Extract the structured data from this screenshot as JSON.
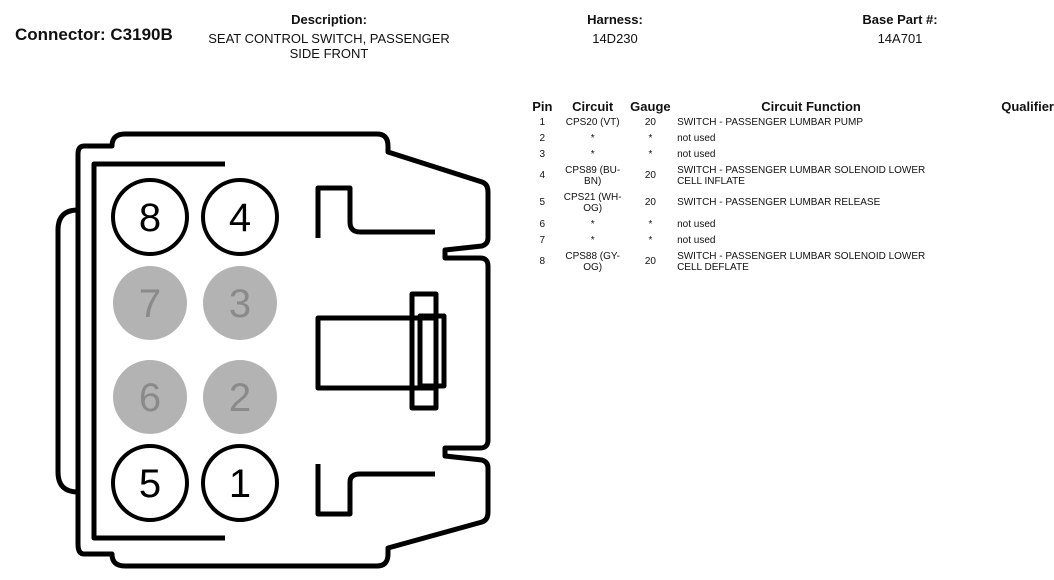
{
  "header": {
    "connector_label": "Connector: C3190B",
    "description_label": "Description:",
    "description_line1": "SEAT CONTROL SWITCH, PASSENGER",
    "description_line2": "SIDE FRONT",
    "harness_label": "Harness:",
    "harness_value": "14D230",
    "base_part_label": "Base Part #:",
    "base_part_value": "14A701"
  },
  "diagram": {
    "pins": [
      {
        "num": "8",
        "populated": true
      },
      {
        "num": "4",
        "populated": true
      },
      {
        "num": "7",
        "populated": false
      },
      {
        "num": "3",
        "populated": false
      },
      {
        "num": "6",
        "populated": false
      },
      {
        "num": "2",
        "populated": false
      },
      {
        "num": "5",
        "populated": true
      },
      {
        "num": "1",
        "populated": true
      }
    ],
    "colors": {
      "outline": "#000000",
      "populated_fill": "#ffffff",
      "unused_fill": "#b3b3b3",
      "unused_text": "#8a8a8a"
    }
  },
  "table": {
    "headers": {
      "pin": "Pin",
      "circuit": "Circuit",
      "gauge": "Gauge",
      "function": "Circuit Function",
      "qualifier": "Qualifier"
    },
    "rows": [
      {
        "pin": "1",
        "circuit1": "CPS20 (VT)",
        "circuit2": "",
        "gauge": "20",
        "func1": "SWITCH - PASSENGER LUMBAR PUMP",
        "func2": ""
      },
      {
        "pin": "2",
        "circuit1": "*",
        "circuit2": "",
        "gauge": "*",
        "func1": "not used",
        "func2": ""
      },
      {
        "pin": "3",
        "circuit1": "*",
        "circuit2": "",
        "gauge": "*",
        "func1": "not used",
        "func2": ""
      },
      {
        "pin": "4",
        "circuit1": "CPS89 (BU-",
        "circuit2": "BN)",
        "gauge": "20",
        "func1": "SWITCH - PASSENGER LUMBAR SOLENOID LOWER",
        "func2": "CELL INFLATE"
      },
      {
        "pin": "5",
        "circuit1": "CPS21 (WH-",
        "circuit2": "OG)",
        "gauge": "20",
        "func1": "SWITCH - PASSENGER LUMBAR RELEASE",
        "func2": ""
      },
      {
        "pin": "6",
        "circuit1": "*",
        "circuit2": "",
        "gauge": "*",
        "func1": "not used",
        "func2": ""
      },
      {
        "pin": "7",
        "circuit1": "*",
        "circuit2": "",
        "gauge": "*",
        "func1": "not used",
        "func2": ""
      },
      {
        "pin": "8",
        "circuit1": "CPS88 (GY-",
        "circuit2": "OG)",
        "gauge": "20",
        "func1": "SWITCH - PASSENGER LUMBAR SOLENOID LOWER",
        "func2": "CELL DEFLATE"
      }
    ]
  }
}
